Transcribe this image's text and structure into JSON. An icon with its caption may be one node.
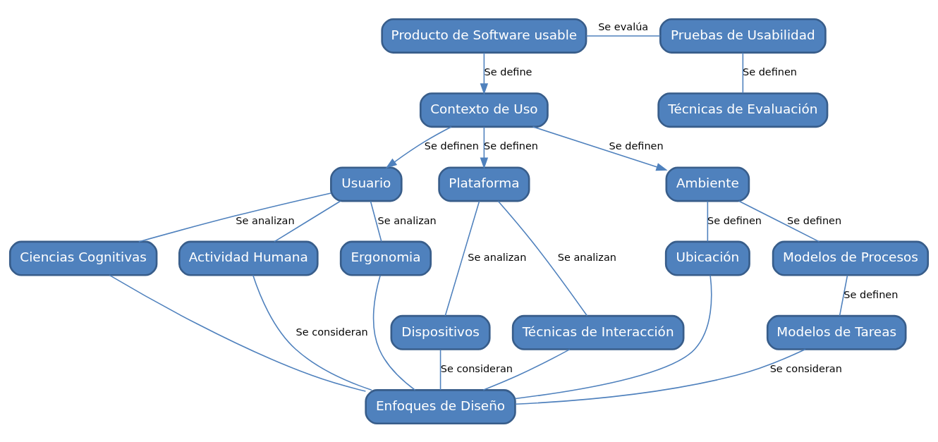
{
  "diagram": {
    "nodes": [
      {
        "text": [
          "Producto de Software usable"
        ]
      },
      {
        "text": [
          "Pruebas de Usabilidad"
        ]
      },
      {
        "text": [
          "Contexto de Uso"
        ]
      },
      {
        "text": [
          "Técnicas de Evaluación"
        ]
      },
      {
        "text": [
          "Usuario"
        ]
      },
      {
        "text": [
          "Plataforma"
        ]
      },
      {
        "text": [
          "Ambiente"
        ]
      },
      {
        "text": [
          "Ciencias Cognitivas"
        ]
      },
      {
        "text": [
          "Actividad Humana"
        ]
      },
      {
        "text": [
          "Ergonomia"
        ]
      },
      {
        "text": [
          "Ubicación"
        ]
      },
      {
        "text": [
          "Modelos de Procesos"
        ]
      },
      {
        "text": [
          "Dispositivos"
        ]
      },
      {
        "text": [
          "Técnicas de Interacción"
        ]
      },
      {
        "text": [
          "Modelos de Tareas"
        ]
      },
      {
        "text": [
          "Enfoques de Diseño"
        ]
      }
    ],
    "edges": [
      {
        "from": 0,
        "to": 1,
        "arrow": "none",
        "label": "Se evalúa"
      },
      {
        "from": 0,
        "to": 2,
        "arrow": "to",
        "label": "Se define"
      },
      {
        "from": 1,
        "to": 3,
        "arrow": "none",
        "label": "Se definen"
      },
      {
        "from": 2,
        "to": 4,
        "arrow": "to",
        "label": "Se definen"
      },
      {
        "from": 2,
        "to": 5,
        "arrow": "to",
        "label": "Se definen"
      },
      {
        "from": 2,
        "to": 6,
        "arrow": "to",
        "label": "Se definen"
      },
      {
        "from": 4,
        "to": 7,
        "arrow": "none",
        "label": "Se analizan"
      },
      {
        "from": 4,
        "to": 8,
        "arrow": "none"
      },
      {
        "from": 4,
        "to": 9,
        "arrow": "none",
        "label": "Se analizan"
      },
      {
        "from": 5,
        "to": 12,
        "arrow": "none",
        "label": "Se analizan"
      },
      {
        "from": 5,
        "to": 13,
        "arrow": "none",
        "label": "Se analizan"
      },
      {
        "from": 6,
        "to": 10,
        "arrow": "none",
        "label": "Se definen"
      },
      {
        "from": 6,
        "to": 11,
        "arrow": "none",
        "label": "Se definen"
      },
      {
        "from": 11,
        "to": 14,
        "arrow": "none",
        "label": "Se definen"
      },
      {
        "from": 7,
        "to": 15,
        "arrow": "none"
      },
      {
        "from": 8,
        "to": 15,
        "arrow": "none",
        "label": "Se consideran"
      },
      {
        "from": 9,
        "to": 15,
        "arrow": "none"
      },
      {
        "from": 12,
        "to": 15,
        "arrow": "none",
        "label": "Se consideran"
      },
      {
        "from": 13,
        "to": 15,
        "arrow": "none"
      },
      {
        "from": 10,
        "to": 15,
        "arrow": "none"
      },
      {
        "from": 14,
        "to": 15,
        "arrow": "none",
        "label": "Se consideran"
      }
    ]
  }
}
